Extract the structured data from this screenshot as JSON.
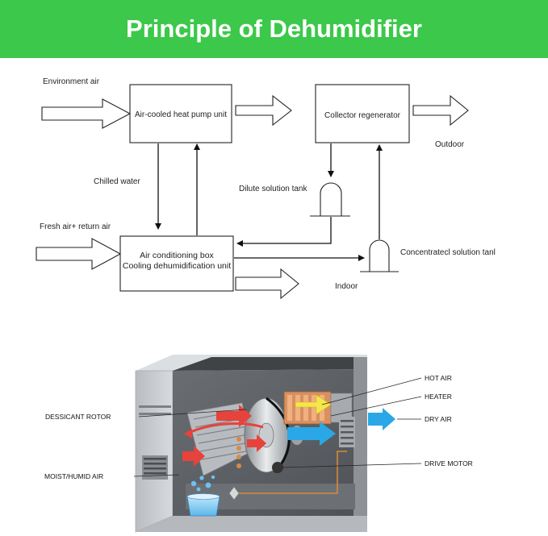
{
  "title": "Principle of Dehumidifier",
  "flow": {
    "environment_air": "Environment air",
    "heat_pump_unit": "Air-cooled heat pump unit",
    "collector_regenerator": "Collector regenerator",
    "outdoor": "Outdoor",
    "chilled_water": "Chilled water",
    "dilute_tank": "Dilute solution tank",
    "fresh_air": "Fresh air+ return air",
    "ac_box_line1": "Air conditioning box",
    "ac_box_line2": "Cooling dehumidification unit",
    "concentrated_tank": "Concentratecl solution tanl",
    "indoor": "Indoor"
  },
  "device": {
    "labels": {
      "dessicant_rotor": "DESSICANT ROTOR",
      "moist_air": "MOIST/HUMID AIR",
      "hot_air": "HOT AIR",
      "heater": "HEATER",
      "dry_air": "DRY AIR",
      "drive_motor": "DRIVE MOTOR"
    },
    "colors": {
      "humid_air": "#e8423c",
      "dry_air": "#2aa7e6",
      "hot_air": "#f5e64a",
      "heater": "#e07a3a",
      "cabinet": "#c9ccd0",
      "interior": "#5e6266"
    }
  }
}
